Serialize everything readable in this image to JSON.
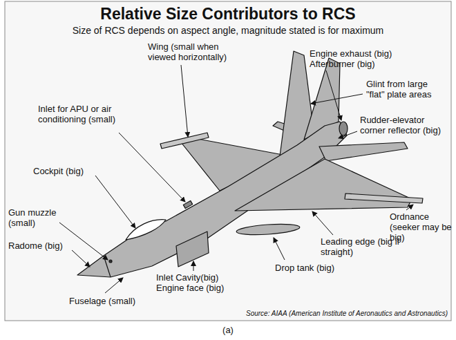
{
  "diagram": {
    "title": "Relative Size Contributors to RCS",
    "caption": "(a)",
    "labels": [
      "Size of RCS depends on aspect angle, magnitude stated is for maximum",
      "Wing (small when viewed horizontally)",
      "Engine exhaust (big) Afterburner (big)",
      "Glint from large \"flat\" plate areas",
      "Inlet for APU or air conditioning (small)",
      "Rudder-elevator corner reflector (big)",
      "Cockpit (big)",
      "Gun muzzle (small)",
      "Ordnance (seeker may be big)",
      "Leading edge (big if straight)",
      "Radome (big)",
      "Inlet Cavity(big) Engine face (big)",
      "Drop tank (big)",
      "Fuselage (small)",
      "Source: AIAA (American Institute of Aeronautics and Astronautics)"
    ]
  }
}
